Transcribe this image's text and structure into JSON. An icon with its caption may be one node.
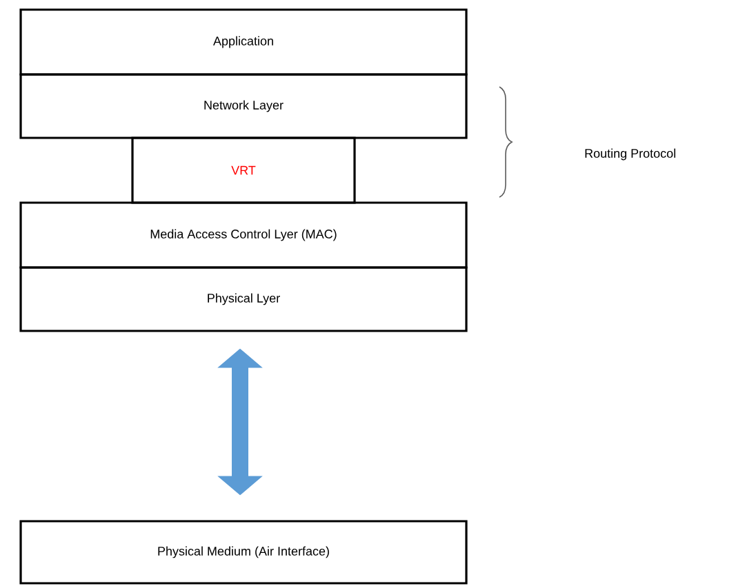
{
  "diagram": {
    "nodes": [
      {
        "text": [
          "Application"
        ]
      },
      {
        "text": [
          "Network Layer"
        ]
      },
      {
        "text": [
          "VRT"
        ]
      },
      {
        "text": [
          "Media Access Control Lyer (MAC)"
        ]
      },
      {
        "text": [
          "Physical Lyer"
        ]
      },
      {
        "text": [
          "Physical Medium (Air Interface)"
        ]
      }
    ],
    "edges": [
      {
        "from": 4,
        "to": 5,
        "arrow": "both"
      }
    ],
    "labels": [
      "Routing Protocol"
    ]
  }
}
